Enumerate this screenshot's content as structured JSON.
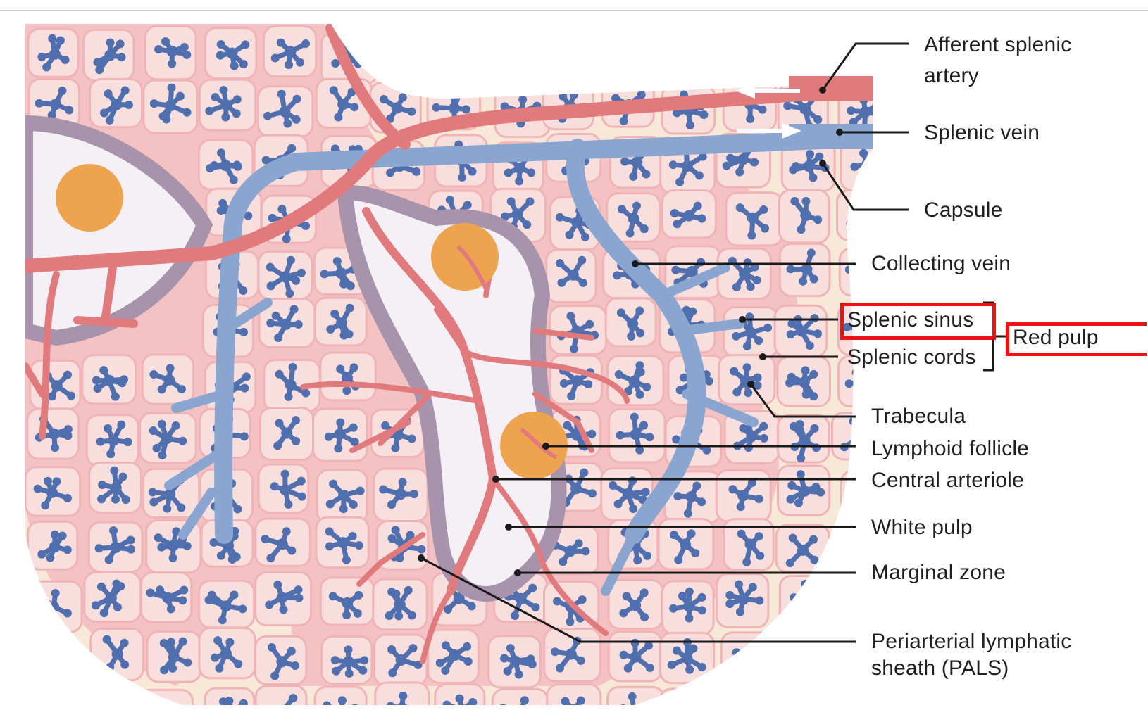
{
  "diagram": {
    "colors": {
      "capsule": "#f8e8d8",
      "pulp_pink": "#f4c2c2",
      "cell_light": "#f9dede",
      "artery": "#e07a7c",
      "vein": "#8aa6d0",
      "sinus": "#4f6fae",
      "white_pulp": "#f5f0f6",
      "marginal_zone": "#a893ad",
      "follicle": "#eea44f",
      "highlight_box": "#ee1111",
      "leader_line": "#1a1a1a"
    },
    "labels": {
      "afferent_artery": [
        "Afferent splenic",
        "artery"
      ],
      "splenic_vein": "Splenic vein",
      "capsule": "Capsule",
      "collecting_vein": "Collecting vein",
      "splenic_sinus": "Splenic sinus",
      "splenic_cords": "Splenic cords",
      "red_pulp": "Red pulp",
      "trabecula": "Trabecula",
      "lymphoid_follicle": "Lymphoid follicle",
      "central_arteriole": "Central arteriole",
      "white_pulp": "White pulp",
      "marginal_zone": "Marginal zone",
      "pals": [
        "Periarterial lymphatic",
        "sheath (PALS)"
      ]
    }
  }
}
